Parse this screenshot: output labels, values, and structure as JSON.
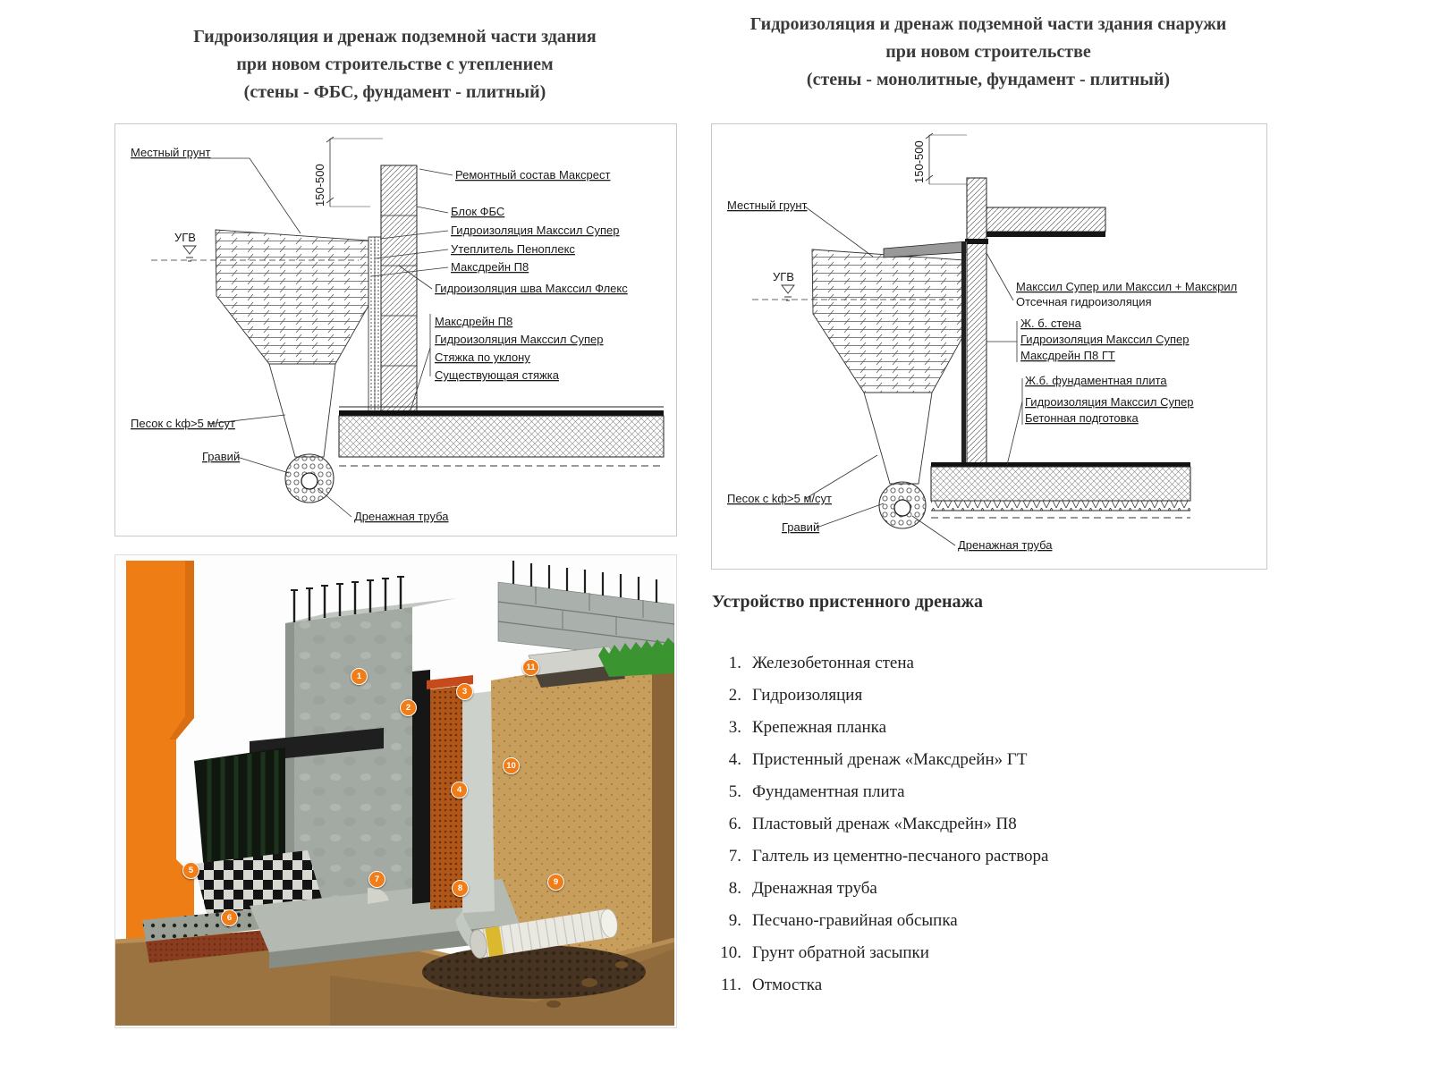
{
  "left_panel": {
    "title_lines": [
      "Гидроизоляция и дренаж подземной части здания",
      "при новом строительстве с утеплением",
      "(стены - ФБС, фундамент - плитный)"
    ],
    "diagram": {
      "soil_label": "Местный грунт",
      "dim_label": "150-500",
      "ugv_label": "УГВ",
      "repair_label": "Ремонтный состав Максрест",
      "block_label": "Блок ФБС",
      "waterproof_top_label": "Гидроизоляция Макссил Супер",
      "insulation_label": "Утеплитель Пеноплекс",
      "maxdrain_top_label": "Максдрейн П8",
      "seam_label": "Гидроизоляция шва Макссил Флекс",
      "maxdrain_bottom_label": "Максдрейн П8",
      "waterproof_bottom_label": "Гидроизоляция Макссил Супер",
      "screed_slope_label": "Стяжка по уклону",
      "screed_existing_label": "Существующая стяжка",
      "sand_label": "Песок с kф>5 м/сут",
      "gravel_label": "Гравий",
      "pipe_label": "Дренажная труба"
    }
  },
  "right_panel": {
    "title_lines": [
      "Гидроизоляция и дренаж подземной части здания снаружи",
      "при новом строительстве",
      "(стены - монолитные, фундамент - плитный)"
    ],
    "diagram": {
      "soil_label": "Местный грунт",
      "dim_label": "150-500",
      "ugv_label": "УГВ",
      "maxseal_label": "Макссил Супер или Макссил + Макскрил",
      "cutoff_label": "Отсечная гидроизоляция",
      "wall_label": "Ж. б. стена",
      "waterproof_wall_label": "Гидроизоляция Макссил Супер",
      "maxdrain_label": "Максдрейн П8 ГТ",
      "slab_label": "Ж.б. фундаментная плита",
      "waterproof_slab_label": "Гидроизоляция Макссил Супер",
      "prep_label": "Бетонная подготовка",
      "sand_label": "Песок с kф>5 м/сут",
      "gravel_label": "Гравий",
      "pipe_label": "Дренажная труба"
    },
    "section_title": "Устройство пристенного дренажа",
    "list": [
      {
        "num": "1.",
        "text": "Железобетонная стена"
      },
      {
        "num": "2.",
        "text": "Гидроизоляция"
      },
      {
        "num": "3.",
        "text": "Крепежная планка"
      },
      {
        "num": "4.",
        "text": "Пристенный дренаж «Максдрейн» ГТ"
      },
      {
        "num": "5.",
        "text": "Фундаментная плита"
      },
      {
        "num": "6.",
        "text": "Пластовый дренаж «Максдрейн» П8"
      },
      {
        "num": "7.",
        "text": "Галтель из цементно-песчаного раствора"
      },
      {
        "num": "8.",
        "text": "Дренажная труба"
      },
      {
        "num": "9.",
        "text": "Песчано-гравийная обсыпка"
      },
      {
        "num": "10.",
        "text": "Грунт обратной засыпки"
      },
      {
        "num": "11.",
        "text": "Отмостка"
      }
    ]
  },
  "illustration": {
    "markers": [
      "1",
      "2",
      "3",
      "4",
      "5",
      "6",
      "7",
      "8",
      "9",
      "10",
      "11"
    ]
  }
}
